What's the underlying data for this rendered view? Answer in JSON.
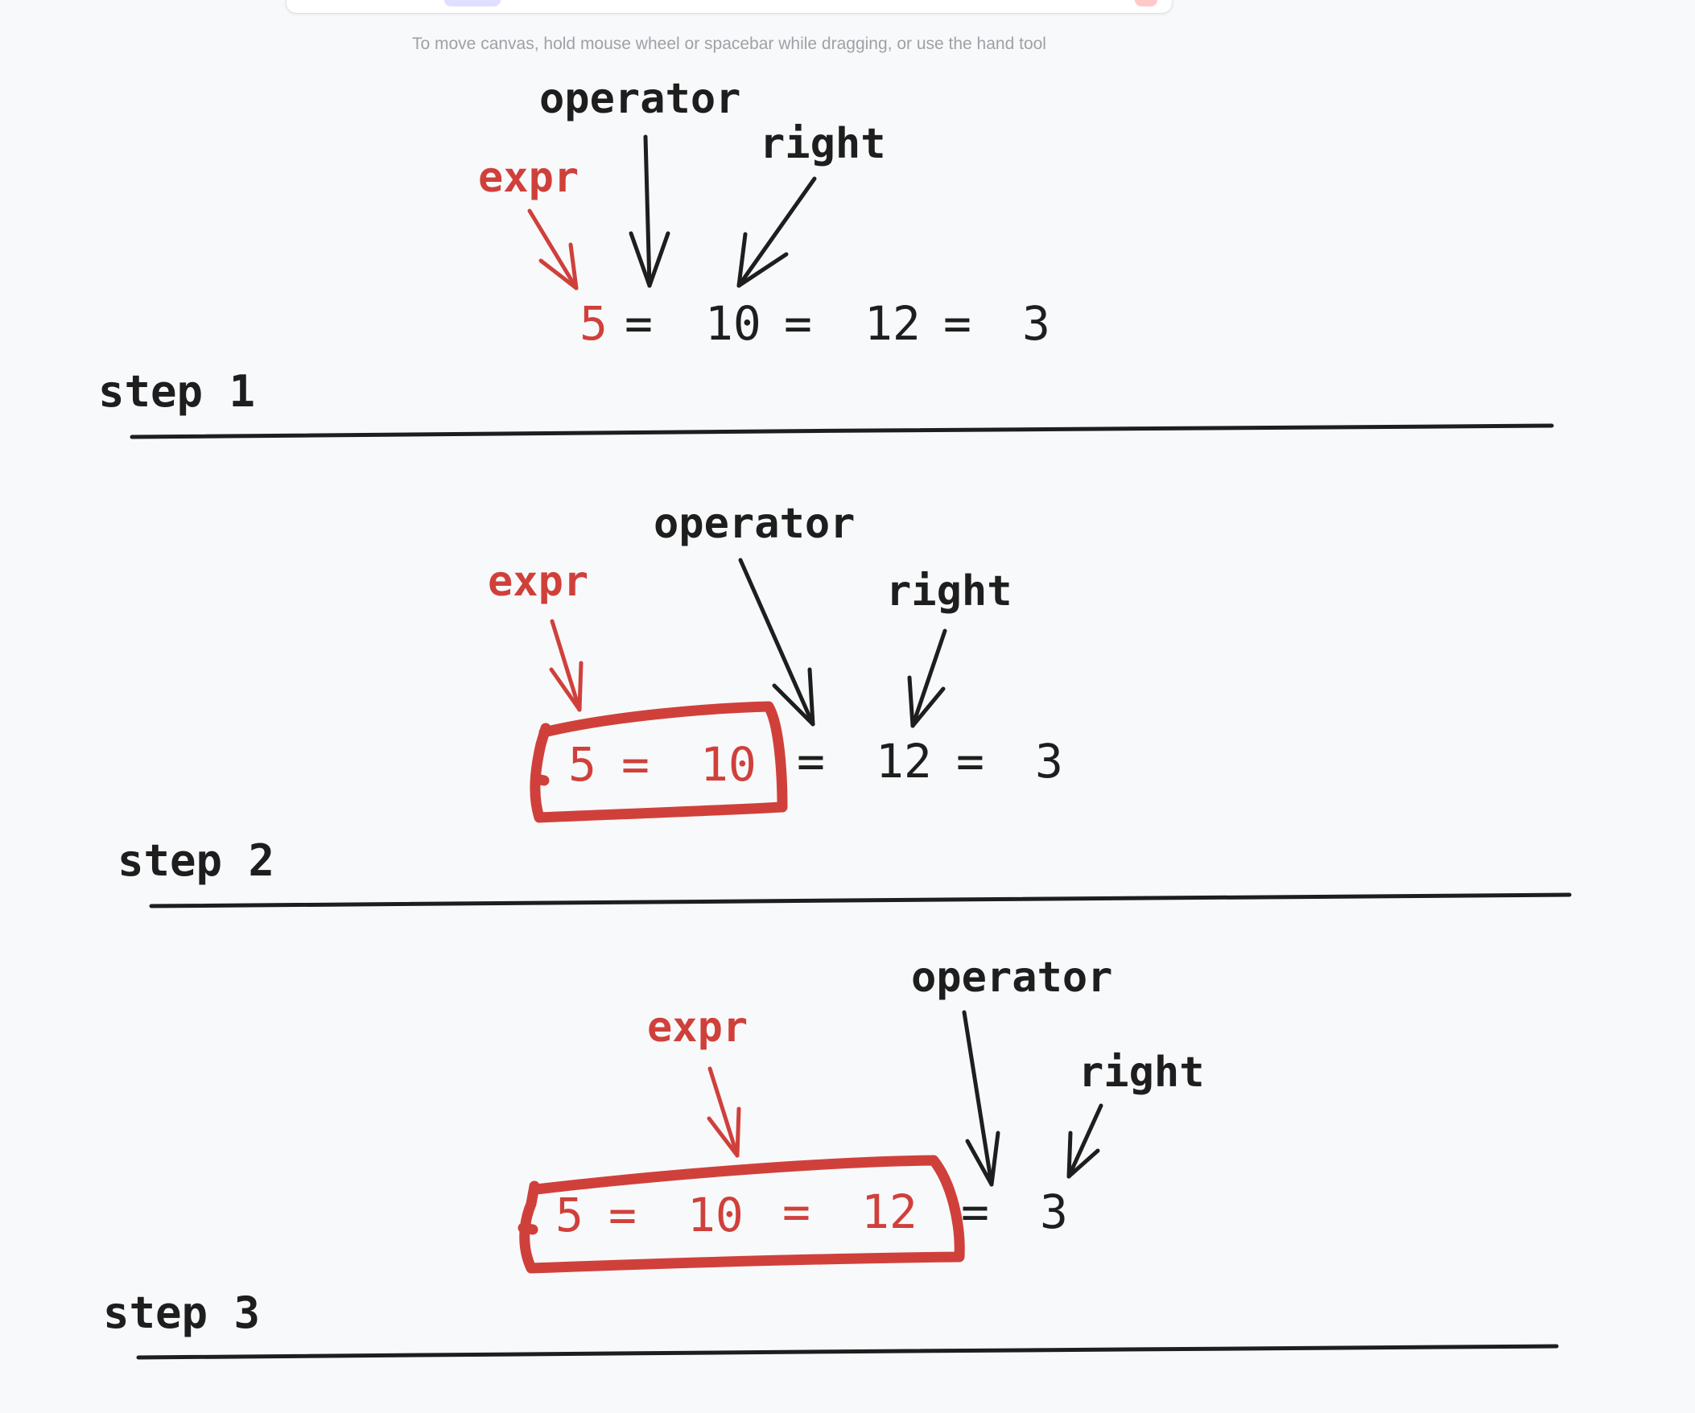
{
  "canvas": {
    "hint": "To move canvas, hold mouse wheel or spacebar while dragging, or use the hand tool"
  },
  "colors": {
    "ink": "#1e1e1e",
    "accent": "#d0403b",
    "background": "#f8f9fa"
  },
  "steps": [
    {
      "title": "step 1",
      "labels": {
        "expr": "expr",
        "operator": "operator",
        "right": "right"
      },
      "tokens": {
        "t1": "5",
        "t2": "=",
        "t3": "10",
        "t4": "=",
        "t5": "12",
        "t6": "=",
        "t7": "3"
      }
    },
    {
      "title": "step 2",
      "labels": {
        "expr": "expr",
        "operator": "operator",
        "right": "right"
      },
      "tokens": {
        "t1": "5",
        "t2": "=",
        "t3": "10",
        "t4": "=",
        "t5": "12",
        "t6": "=",
        "t7": "3"
      }
    },
    {
      "title": "step 3",
      "labels": {
        "expr": "expr",
        "operator": "operator",
        "right": "right"
      },
      "tokens": {
        "t1": "5",
        "t2": "=",
        "t3": "10",
        "t4": "=",
        "t5": "12",
        "t6": "=",
        "t7": "3"
      }
    }
  ]
}
